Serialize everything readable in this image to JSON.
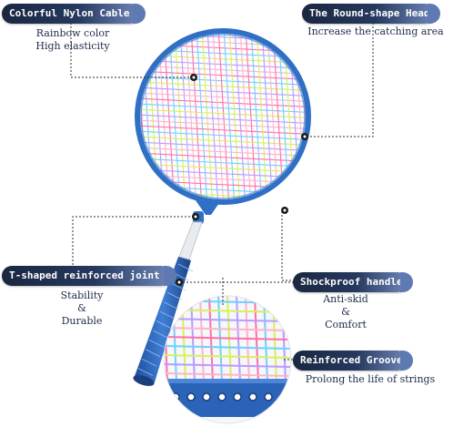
{
  "callouts": {
    "cable": {
      "title": "Colorful Nylon Cable",
      "lines": [
        "Rainbow color",
        "High elasticity"
      ]
    },
    "head": {
      "title": "The Round-shape Head",
      "lines": [
        "Increase the catching area"
      ]
    },
    "joint": {
      "title": "T-shaped reinforced joint",
      "lines": [
        "Stability",
        "&",
        "Durable"
      ]
    },
    "handle": {
      "title": "Shockproof handle",
      "lines": [
        "Anti-skid",
        "&",
        "Comfort"
      ]
    },
    "groove": {
      "title": "Reinforced Groove",
      "lines": [
        "Prolong the life of strings"
      ]
    }
  },
  "colors": {
    "frame": "#2f6fc4",
    "handle": "#2a5aa8",
    "pill_dark": "#1a2740",
    "pill_light": "#6f86b8",
    "strings": [
      "#ff6fa8",
      "#6fd0ff",
      "#d8f05a",
      "#b99bff",
      "#ffb3c8"
    ]
  },
  "icons": [
    "racket-illustration",
    "zoom-lens"
  ]
}
